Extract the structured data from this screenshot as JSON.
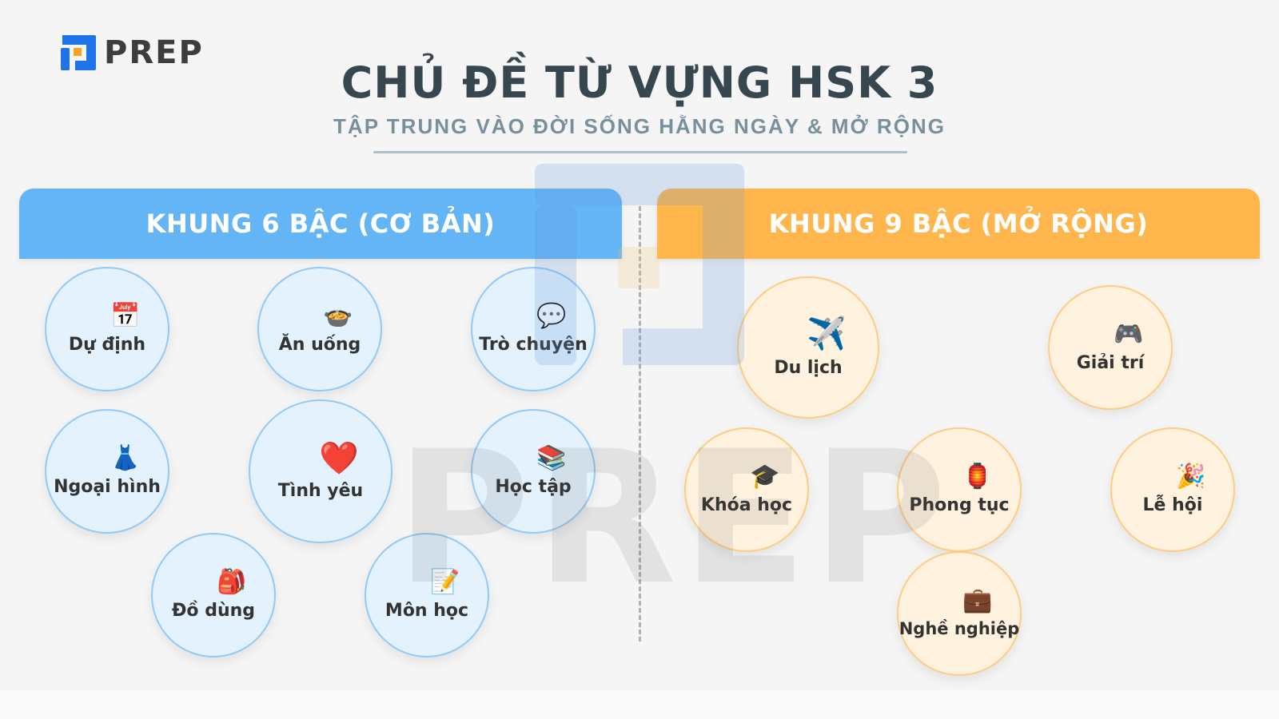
{
  "brand": {
    "logo_text": "PREP",
    "logo_colors": {
      "primary": "#1e73e8",
      "accent": "#f5a623"
    }
  },
  "header": {
    "title": "CHỦ ĐỀ TỪ VỰNG HSK 3",
    "subtitle": "TẬP TRUNG VÀO ĐỜI SỐNG HẰNG NGÀY & MỞ RỘNG"
  },
  "sections": {
    "basic": {
      "title": "KHUNG 6 BẬC (CƠ BẢN)",
      "color": "#64b5f6",
      "topics": [
        {
          "label": "Dự định",
          "icon": "calendar-icon",
          "glyph": "📅"
        },
        {
          "label": "Ăn uống",
          "icon": "food-pot-icon",
          "glyph": "🍲"
        },
        {
          "label": "Trò chuyện",
          "icon": "speech-bubble-icon",
          "glyph": "💬"
        },
        {
          "label": "Ngoại hình",
          "icon": "dress-icon",
          "glyph": "👗"
        },
        {
          "label": "Tình yêu",
          "icon": "heart-icon",
          "glyph": "❤️"
        },
        {
          "label": "Học tập",
          "icon": "books-icon",
          "glyph": "📚"
        },
        {
          "label": "Đồ dùng",
          "icon": "backpack-icon",
          "glyph": "🎒"
        },
        {
          "label": "Môn học",
          "icon": "memo-icon",
          "glyph": "📝"
        }
      ]
    },
    "extended": {
      "title": "KHUNG 9 BẬC (MỞ RỘNG)",
      "color": "#ffb74d",
      "topics": [
        {
          "label": "Du lịch",
          "icon": "airplane-icon",
          "glyph": "✈️"
        },
        {
          "label": "Giải trí",
          "icon": "gamepad-icon",
          "glyph": "🎮"
        },
        {
          "label": "Khóa học",
          "icon": "graduation-cap-icon",
          "glyph": "🎓"
        },
        {
          "label": "Phong tục",
          "icon": "lantern-icon",
          "glyph": "🏮"
        },
        {
          "label": "Lễ hội",
          "icon": "party-popper-icon",
          "glyph": "🎉"
        },
        {
          "label": "Nghề nghiệp",
          "icon": "briefcase-icon",
          "glyph": "💼"
        }
      ]
    }
  },
  "watermark": {
    "text": "PREP"
  }
}
